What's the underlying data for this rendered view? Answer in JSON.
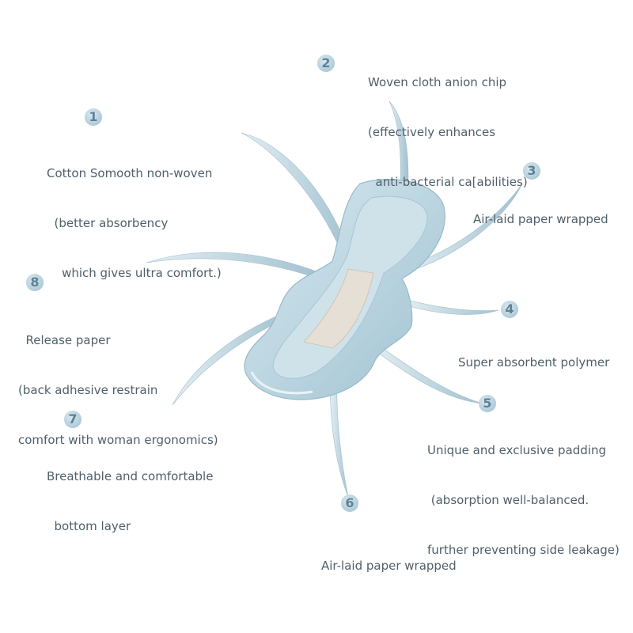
{
  "callouts": [
    {
      "number": "1",
      "lines": [
        "Cotton Somooth non-woven",
        "  (better absorbency",
        "    which gives ultra comfort.)"
      ]
    },
    {
      "number": "2",
      "lines": [
        "Woven cloth anion chip",
        "(effectively enhances",
        "  anti-bacterial ca[abilities)"
      ]
    },
    {
      "number": "3",
      "lines": [
        "Air-laid paper wrapped"
      ]
    },
    {
      "number": "4",
      "lines": [
        "Super absorbent polymer"
      ]
    },
    {
      "number": "5",
      "lines": [
        "Unique and exclusive padding",
        " (absorption well-balanced.",
        "further preventing side leakage)"
      ]
    },
    {
      "number": "6",
      "lines": [
        "Air-laid paper wrapped"
      ]
    },
    {
      "number": "7",
      "lines": [
        "Breathable and comfortable",
        "  bottom layer"
      ]
    },
    {
      "number": "8",
      "lines": [
        "  Release paper",
        "(back adhesive restrain",
        "comfort with woman ergonomics)"
      ]
    }
  ],
  "colors": {
    "fiber": "#a9c9d7",
    "pad": "#c4dce6",
    "core": "#e4ded6",
    "text": "#4f5f6a"
  }
}
